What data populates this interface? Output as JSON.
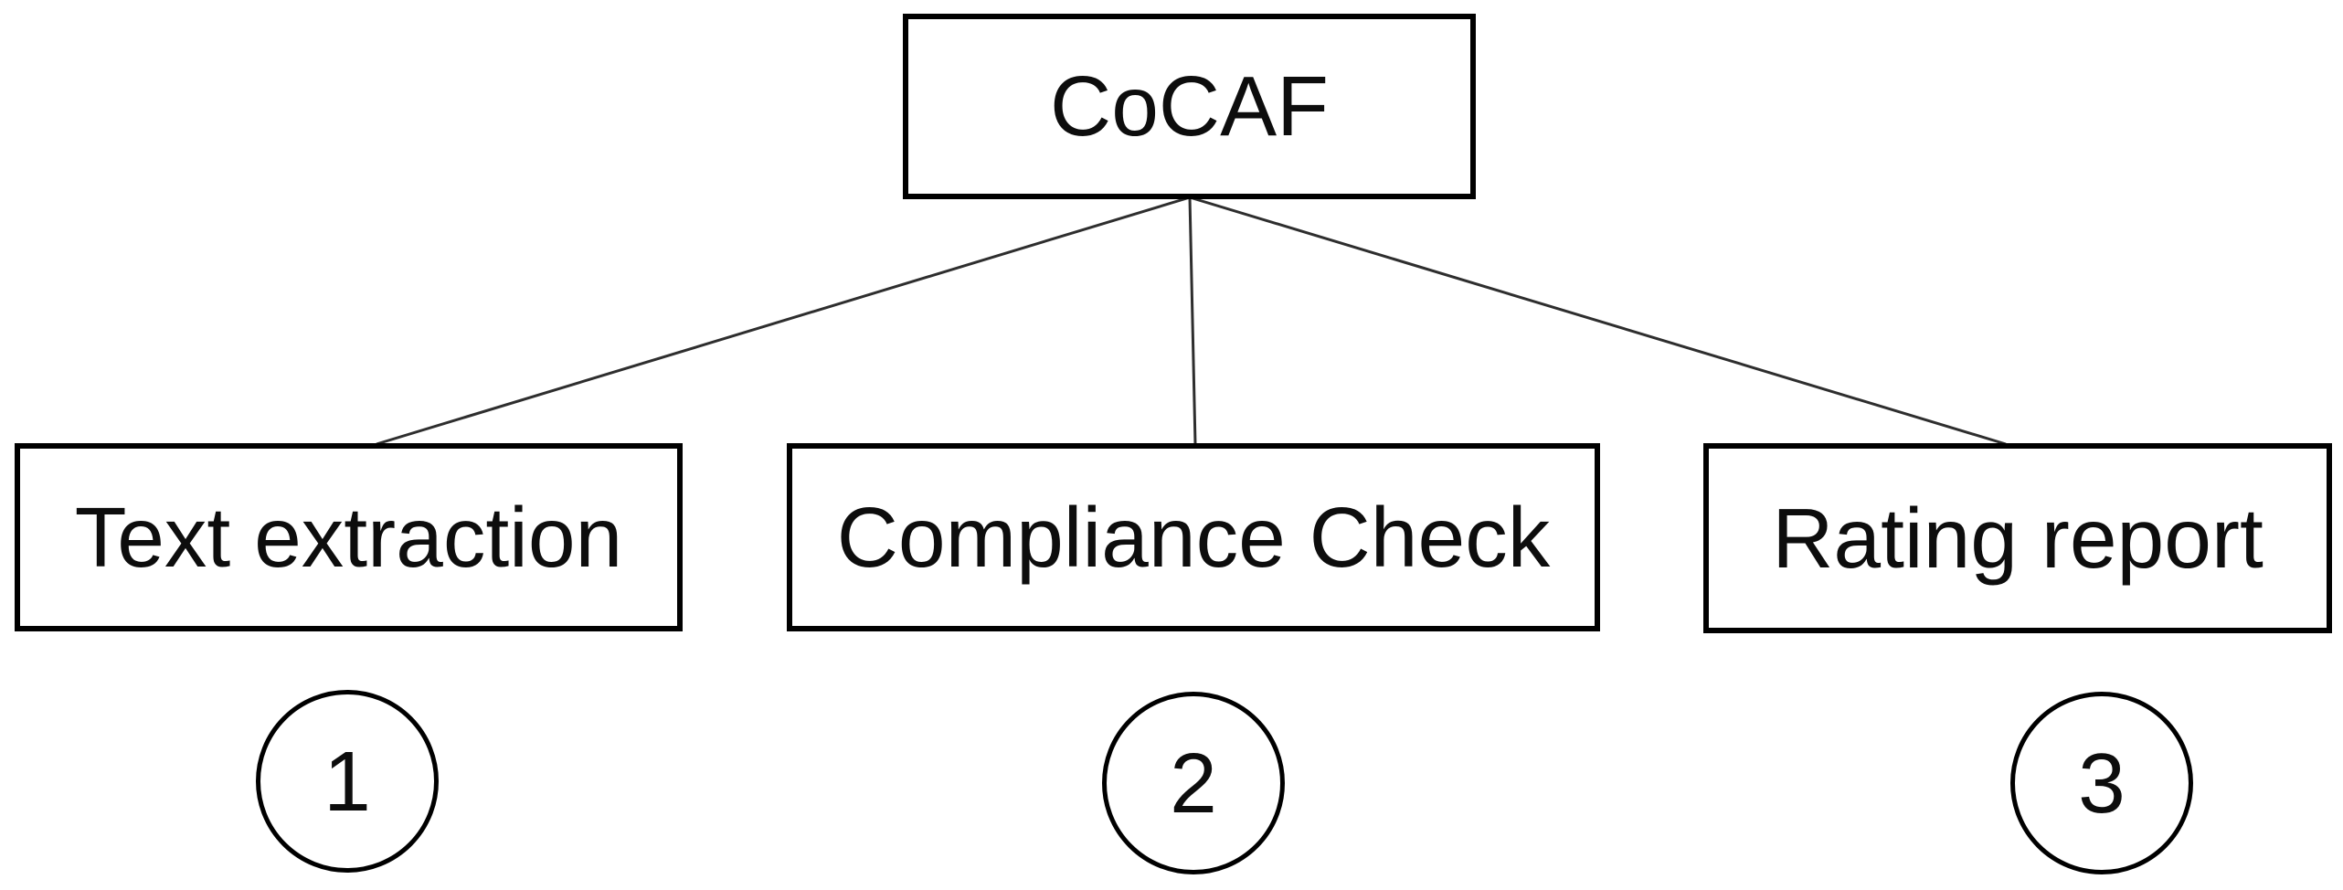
{
  "diagram": {
    "type": "hierarchy",
    "root": {
      "label": "CoCAF"
    },
    "children": [
      {
        "label": "Text extraction",
        "step": "1"
      },
      {
        "label": "Compliance Check",
        "step": "2"
      },
      {
        "label": "Rating report",
        "step": "3"
      }
    ],
    "colors": {
      "background": "#ffffff",
      "node_fill": "#ffffff",
      "node_border": "#000000",
      "connector": "#2e2e2e",
      "text": "#0d0d0d"
    }
  }
}
